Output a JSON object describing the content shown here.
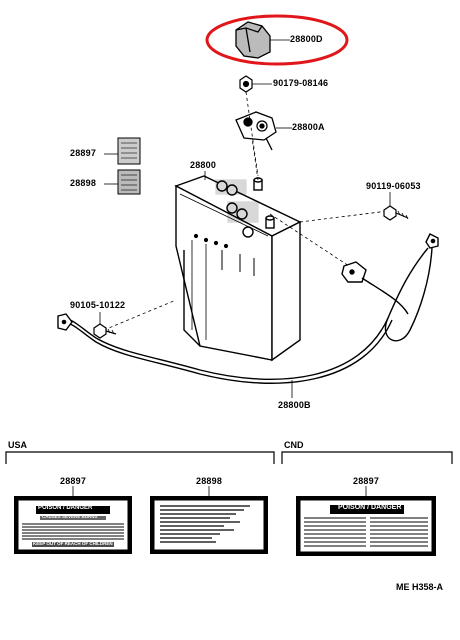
{
  "parts": {
    "p28800D": "28800D",
    "p90179": "90179-08146",
    "p28800A": "28800A",
    "p28897": "28897",
    "p28898": "28898",
    "p28800": "28800",
    "p90119": "90119-06053",
    "p90105": "90105-10122",
    "p28800B": "28800B"
  },
  "sections": {
    "usa": "USA",
    "cnd": "CND"
  },
  "labels": {
    "usa_left_part": "28897",
    "usa_right_part": "28898",
    "cnd_part": "28897",
    "usa_left_heading": "POISON / DANGER",
    "usa_left_sub": "CAUSES SEVERE BURNS",
    "usa_left_footer": "KEEP OUT OF REACH OF CHILDREN",
    "cnd_heading": "POISON / DANGER"
  },
  "reference": "ME  H358-A",
  "highlight_color": "#e0161b"
}
